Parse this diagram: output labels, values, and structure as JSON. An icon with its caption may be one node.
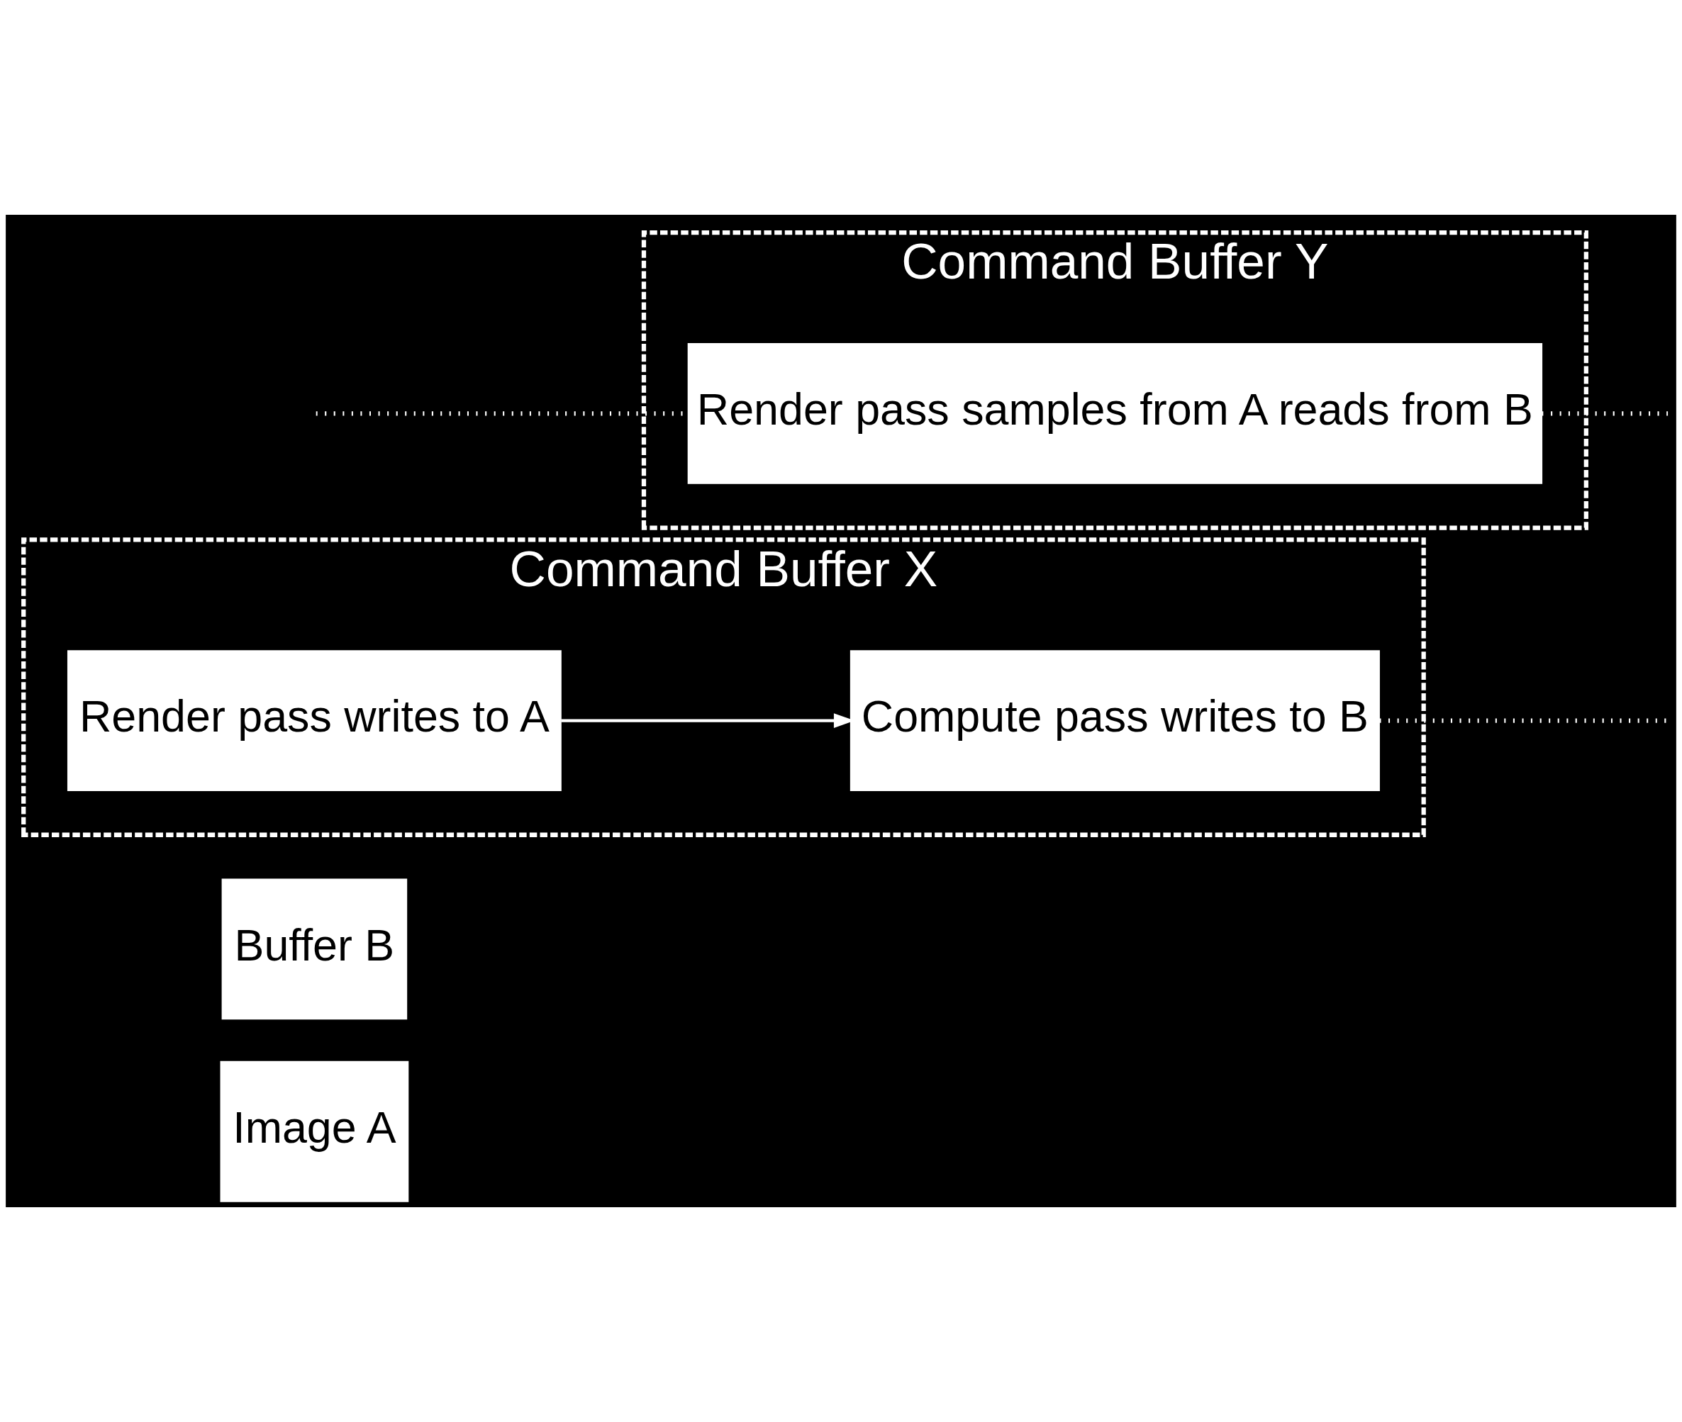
{
  "diagram": {
    "nodes": [
      {
        "text": [
          "Image A"
        ]
      },
      {
        "text": [
          "Buffer B"
        ]
      },
      {
        "text": [
          "Command Buffer X"
        ]
      },
      {
        "text": [
          "Render pass writes to A"
        ],
        "in": 2
      },
      {
        "text": [
          "Compute pass writes to B"
        ],
        "in": 2
      },
      {
        "text": [
          "Command Buffer Y"
        ]
      },
      {
        "text": [
          "Render pass samples from A reads from B"
        ],
        "in": 5
      }
    ],
    "edges": [
      {
        "from": 3,
        "to": 4,
        "arrow": "to"
      },
      {
        "from": 4,
        "to": null,
        "arrow": "none",
        "style": "dashed"
      },
      {
        "from": null,
        "to": 6,
        "arrow": "none",
        "style": "dashed"
      },
      {
        "from": 6,
        "to": null,
        "arrow": "none",
        "style": "dashed"
      }
    ]
  }
}
